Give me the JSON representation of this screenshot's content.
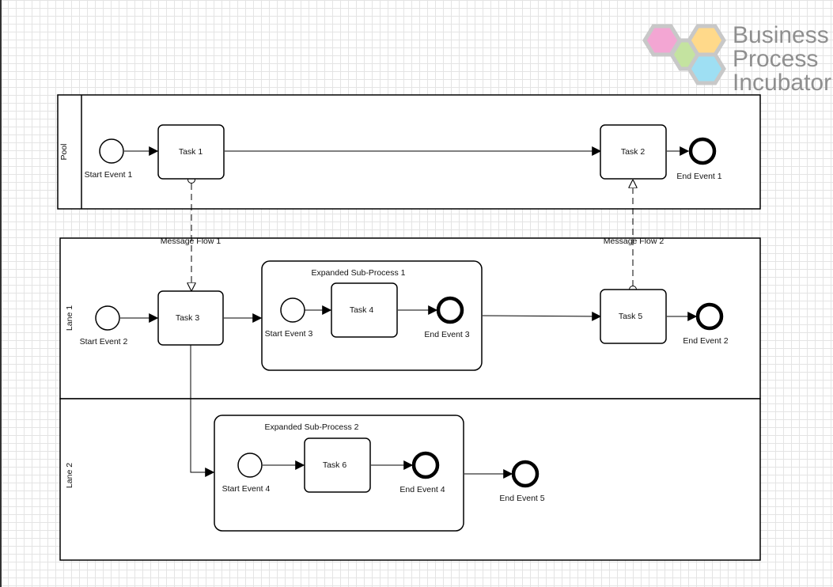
{
  "logo": {
    "lines": [
      "Business",
      "Process",
      "Incubator"
    ]
  },
  "pool": {
    "label": "Pool"
  },
  "lanes": [
    {
      "label": "Lane 1"
    },
    {
      "label": "Lane 2"
    }
  ],
  "tasks": {
    "task1": "Task 1",
    "task2": "Task 2",
    "task3": "Task 3",
    "task4": "Task 4",
    "task5": "Task 5",
    "task6": "Task 6"
  },
  "events": {
    "start1": "Start Event 1",
    "start2": "Start Event 2",
    "start3": "Start Event 3",
    "start4": "Start Event 4",
    "end1": "End Event 1",
    "end2": "End Event 2",
    "end3": "End Event 3",
    "end4": "End Event 4",
    "end5": "End Event 5"
  },
  "subprocesses": {
    "sp1": "Expanded Sub-Process 1",
    "sp2": "Expanded Sub-Process 2"
  },
  "message_flows": {
    "mf1": "Message Flow 1",
    "mf2": "Message Flow 2"
  },
  "colors": {
    "stroke": "#000000",
    "logo_pink": "#f3a6d3",
    "logo_green": "#c4e3a0",
    "logo_yellow": "#ffd98a",
    "logo_blue": "#9edff3",
    "logo_gray": "#c8c8c8"
  }
}
